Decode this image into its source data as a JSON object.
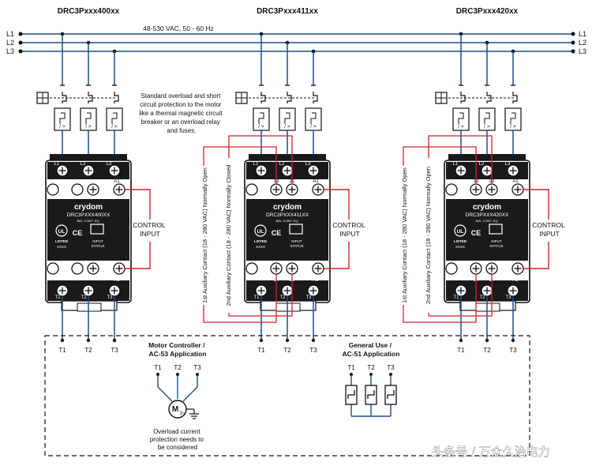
{
  "colors": {
    "wire": "#1b4f8a",
    "aux": "#d2232a",
    "line": "#111111",
    "module": "#1a1a1a",
    "watermark": "#ffffff"
  },
  "supply": {
    "label": "48-530 VAC, 50 - 60 Hz",
    "lines": [
      "L1",
      "L2",
      "L3"
    ]
  },
  "modules": [
    {
      "title": "DRC3Pxxx400xx",
      "model": "DRC3PXXX400XX",
      "brand": "crydom",
      "ind_cont": "IND. CONT. EQ.",
      "listed": "LISTED",
      "code": "XXXX",
      "status": "INPUT\nSTATUS",
      "top_terms": [
        "L1",
        "L2",
        "L3"
      ],
      "a1": "A1",
      "a2": "A2",
      "aux_top": [
        "",
        ""
      ],
      "aux_bot": [
        "",
        ""
      ],
      "bottom_terms": [
        "T1",
        "T2",
        "T3"
      ],
      "outputs": [
        "T1",
        "T2",
        "T3"
      ]
    },
    {
      "title": "DRC3Pxxx411xx",
      "model": "DRC3PXXX411XX",
      "brand": "crydom",
      "ind_cont": "IND. CONT. EQ.",
      "listed": "LISTED",
      "code": "XXXX",
      "status": "INPUT\nSTATUS",
      "top_terms": [
        "L1",
        "L2",
        "L3"
      ],
      "a1": "A1",
      "a2": "A2",
      "aux_top": [
        "13",
        "21"
      ],
      "aux_bot": [
        "14",
        "22"
      ],
      "bottom_terms": [
        "T1",
        "T2",
        "T3"
      ],
      "outputs": [
        "T1",
        "T2",
        "T3"
      ]
    },
    {
      "title": "DRC3Pxxx420xx",
      "model": "DRC3PXXX420XX",
      "brand": "crydom",
      "ind_cont": "IND. CONT. EQ.",
      "listed": "LISTED",
      "code": "XXXX",
      "status": "INPUT\nSTATUS",
      "top_terms": [
        "L1",
        "L2",
        "L3"
      ],
      "a1": "A1",
      "a2": "A2",
      "aux_top": [
        "13",
        "23"
      ],
      "aux_bot": [
        "14",
        "24"
      ],
      "bottom_terms": [
        "T1",
        "T2",
        "T3"
      ],
      "outputs": [
        "T1",
        "T2",
        "T3"
      ]
    }
  ],
  "protection_note": [
    "Standard overload and short",
    "circuit protection to the motor",
    "like a thermal magnetic circuit",
    "breaker or an overload relay",
    "and fuses."
  ],
  "control_input": [
    "CONTROL",
    "INPUT"
  ],
  "aux_labels": {
    "mod2": [
      "1st Auxiliary Contact (18 - 280 VAC) Normally Open",
      "2nd Auxiliary Contact (18 - 280 VAC) Normally Closed"
    ],
    "mod3": [
      "1st Auxiliary Contact (18 - 280 VAC) Normally Open",
      "2nd Auxiliary Contact (18 - 280 VAC) Normally Open"
    ]
  },
  "motor_app": {
    "title": [
      "Motor Controller /",
      "AC-53 Application"
    ],
    "terms": [
      "T1",
      "T2",
      "T3"
    ],
    "motor": "M",
    "motor_sub": "3~",
    "note": [
      "Overload current",
      "protection needs to",
      "be considered"
    ]
  },
  "general_app": {
    "title": [
      "General Use /",
      "AC-51 Application"
    ],
    "terms": [
      "T1",
      "T2",
      "T3"
    ]
  },
  "watermark": "头条号 / 万众久治电力"
}
